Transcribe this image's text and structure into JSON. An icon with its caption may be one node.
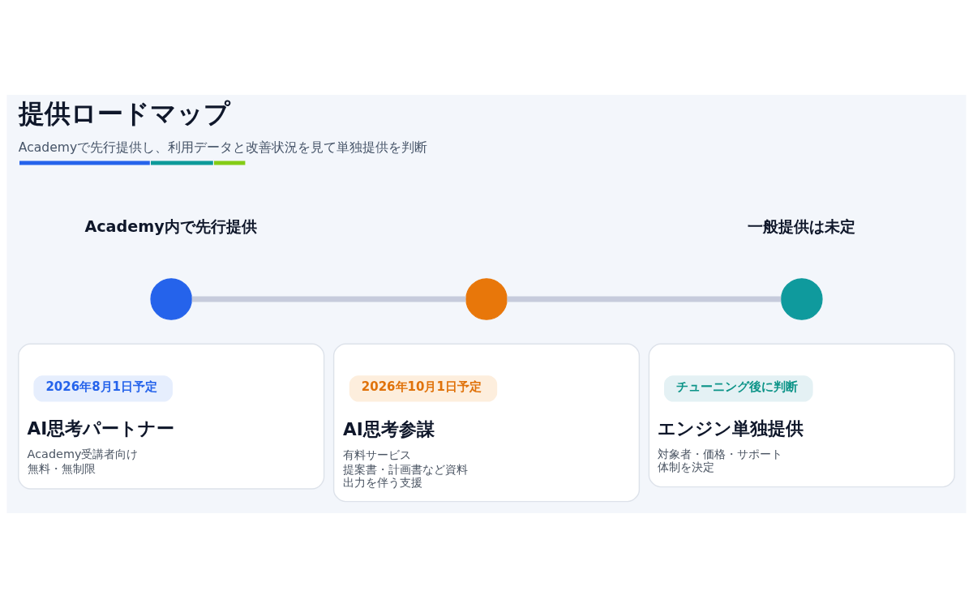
{
  "diagram": {
    "title": "提供ロードマップ",
    "caption": "Academyで先行提供し、利用データと改善状況を見て単独提供を判断",
    "nodes": [
      {
        "text": [],
        "shape": "circle",
        "beside": [
          "Academy内で先行提供"
        ]
      },
      {
        "text": [],
        "shape": "circle"
      },
      {
        "text": [],
        "shape": "circle",
        "beside": [
          "一般提供は未定"
        ]
      },
      {
        "text": [
          "AI思考パートナー",
          "Academy受講者向け",
          "無料・無制限"
        ]
      },
      {
        "text": [
          "2026年8月1日予定"
        ],
        "in": 3
      },
      {
        "text": [
          "AI思考参謀",
          "有料サービス",
          "提案書・計画書など資料出力を伴う支援"
        ]
      },
      {
        "text": [
          "2026年10月1日予定"
        ],
        "in": 5
      },
      {
        "text": [
          "エンジン単独提供",
          "対象者・価格・サポート体制を決定"
        ]
      },
      {
        "text": [
          "チューニング後に判断"
        ],
        "in": 7
      }
    ],
    "edges": [
      {
        "from": 0,
        "to": 1,
        "arrow": "none"
      },
      {
        "from": 1,
        "to": 2,
        "arrow": "none"
      }
    ]
  }
}
